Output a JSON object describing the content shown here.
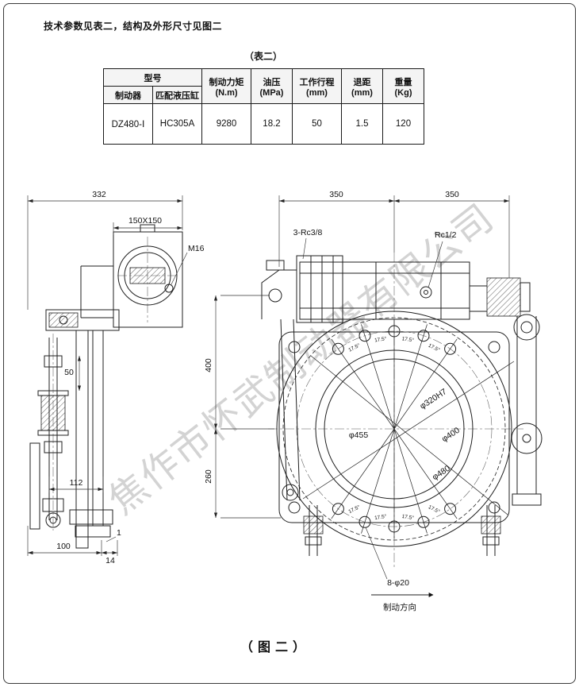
{
  "page": {
    "top_note": "技术参数见表二，结构及外形尺寸见图二",
    "table_caption": "（表二）",
    "figure_caption": "（图二）"
  },
  "table": {
    "header": {
      "model_group": "型号",
      "brake": "制动器",
      "cylinder": "匹配液压缸",
      "torque_name": "制动力矩",
      "torque_unit": "(N.m)",
      "pressure_name": "油压",
      "pressure_unit": "(MPa)",
      "stroke_name": "工作行程",
      "stroke_unit": "(mm)",
      "retreat_name": "退距",
      "retreat_unit": "(mm)",
      "weight_name": "重量",
      "weight_unit": "(Kg)"
    },
    "row": {
      "brake_model": "DZ480-Ⅰ",
      "cylinder_model": "HC305A",
      "torque": "9280",
      "pressure": "18.2",
      "stroke": "50",
      "retreat": "1.5",
      "weight": "120"
    }
  },
  "drawing": {
    "watermark": "焦作市怀武制动器有限公司",
    "labels": {
      "dim_332": "332",
      "dim_150x150": "150X150",
      "m16": "M16",
      "dim_50": "50",
      "dim_112": "112",
      "dim_100": "100",
      "dim_14": "14",
      "dim_1": "1",
      "dim_350_left": "350",
      "dim_350_right": "350",
      "rc38": "3-Rc3/8",
      "rc12": "Rc1/2",
      "dim_400": "400",
      "dim_260": "260",
      "phi455": "φ455",
      "phi320": "φ320H7",
      "phi400": "φ400",
      "phi480": "φ480",
      "holes": "8-φ20",
      "angle": "17.5°",
      "direction": "制动方向"
    }
  }
}
